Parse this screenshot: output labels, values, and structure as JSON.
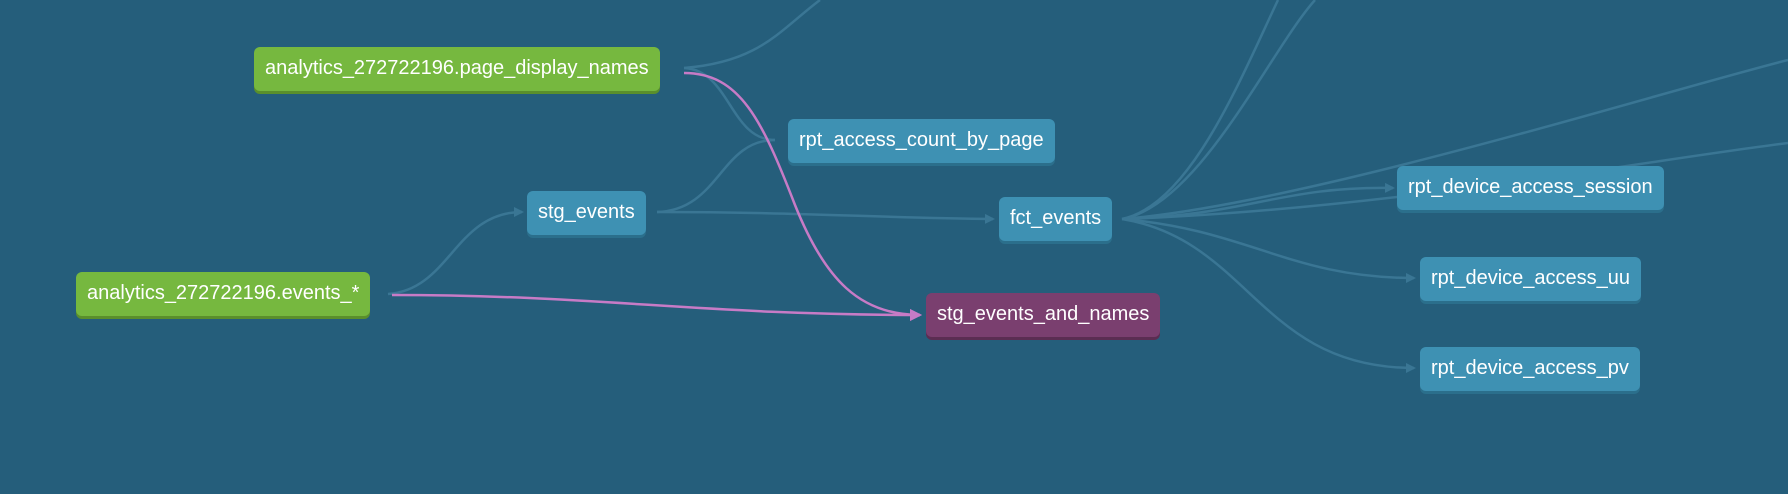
{
  "colors": {
    "background": "#255e7b",
    "source": "#76b83f",
    "model": "#3e91b3",
    "selected": "#7a3f6f",
    "edge": "#3a7694",
    "edge_highlight": "#c77bc6"
  },
  "nodes": {
    "page_display_names": "analytics_272722196.page_display_names",
    "events_raw": "analytics_272722196.events_*",
    "stg_events": "stg_events",
    "rpt_access_count_by_page": "rpt_access_count_by_page",
    "fct_events": "fct_events",
    "stg_events_and_names": "stg_events_and_names",
    "rpt_device_access_session": "rpt_device_access_session",
    "rpt_device_access_uu": "rpt_device_access_uu",
    "rpt_device_access_pv": "rpt_device_access_pv"
  }
}
